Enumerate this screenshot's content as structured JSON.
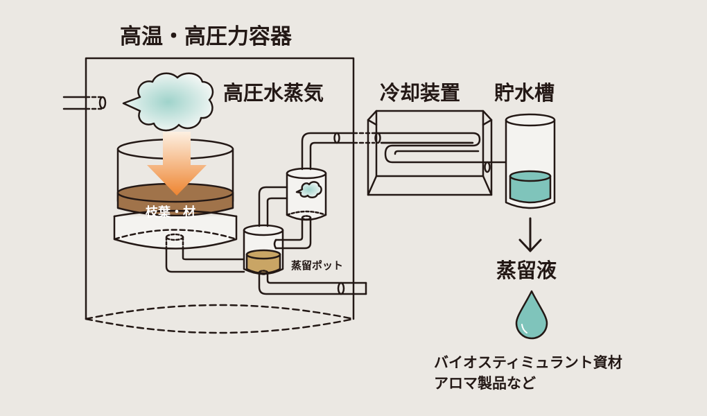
{
  "labels": {
    "vessel": "高温・高圧力容器",
    "steam": "高圧水蒸気",
    "material": "枝葉・材",
    "pot": "蒸留ポット",
    "cooler": "冷却装置",
    "tank": "貯水槽",
    "distillate": "蒸留液",
    "uses_line1": "バイオスティミュラント資材",
    "uses_line2": "アロマ製品など"
  },
  "colors": {
    "background": "#ebe8e3",
    "line": "#231815",
    "wood": "#a0734a",
    "pot_liquid": "#c9a565",
    "water": "#7fc4bb",
    "steam": "#a7d6cf",
    "arrow_top": "#fbe3c8",
    "arrow_bottom": "#ef8a36"
  }
}
